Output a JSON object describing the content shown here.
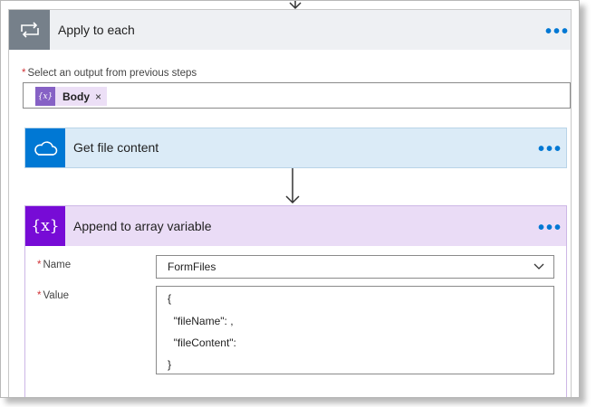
{
  "loop": {
    "title": "Apply to each",
    "more_label": "•••",
    "select_label": "Select an output from previous steps",
    "required_mark": "*",
    "token": {
      "icon_text": "{x}",
      "label": "Body",
      "remove": "×"
    }
  },
  "get_file_content": {
    "title": "Get file content",
    "more_label": "•••",
    "icon": "onedrive-cloud-icon"
  },
  "append": {
    "title": "Append to array variable",
    "icon_text": "{x}",
    "more_label": "•••",
    "name_label": "Name",
    "name_value": "FormFiles",
    "value_label": "Value",
    "value_lines": [
      "{",
      "  \"fileName\": ,",
      "  \"fileContent\":",
      "}"
    ]
  },
  "colors": {
    "loop_icon_bg": "#76808a",
    "onedrive_bg": "#0078d4",
    "variable_bg": "#770bd6",
    "token_icon_bg": "#8661c5",
    "accent": "#0078d4",
    "required": "#d13438"
  }
}
